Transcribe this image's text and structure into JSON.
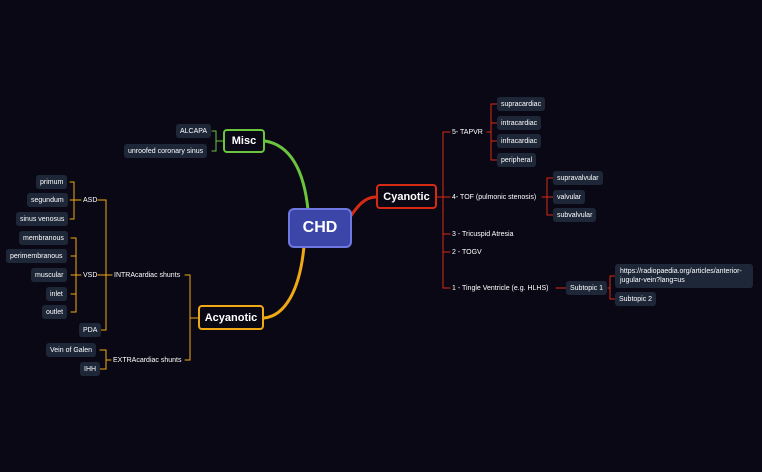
{
  "root": "CHD",
  "colors": {
    "background": "#0b0816",
    "root_fill": "#3c46a8",
    "misc": "#6ac43e",
    "cyanotic": "#d62a14",
    "acyanotic": "#f0a814",
    "leaf_fill": "#1e2738"
  },
  "misc": {
    "label": "Misc",
    "items": [
      "ALCAPA",
      "unroofed coronary sinus"
    ]
  },
  "cyanotic": {
    "label": "Cyanotic",
    "tapvr": {
      "label": "5- TAPVR",
      "items": [
        "supracardiac",
        "intracardiac",
        "infracardiac",
        "peripheral"
      ]
    },
    "tof": {
      "label": "4- TOF (pulmonic stenosis)",
      "items": [
        "supravalvular",
        "valvular",
        "subvalvular"
      ]
    },
    "tricuspid": "3 - Tricuspid Atresia",
    "togv": "2 - TOGV",
    "single_ventricle": {
      "label": "1 - Tingle Ventricle (e.g. HLHS)",
      "subtopic1": {
        "label": "Subtopic 1",
        "url": "https://radiopaedia.org/articles/anterior-jugular-vein?lang=us"
      },
      "subtopic2": "Subtopic 2"
    }
  },
  "acyanotic": {
    "label": "Acyanotic",
    "intra": {
      "label": "INTRAcardiac shunts",
      "asd": {
        "label": "ASD",
        "items": [
          "primum",
          "segundum",
          "sinus venosus"
        ]
      },
      "vsd": {
        "label": "VSD",
        "items": [
          "membranous",
          "perimembranous",
          "muscular",
          "inlet",
          "outlet"
        ]
      },
      "pda": "PDA"
    },
    "extra": {
      "label": "EXTRAcardiac shunts",
      "items": [
        "Vein of Galen",
        "IHH"
      ]
    }
  }
}
